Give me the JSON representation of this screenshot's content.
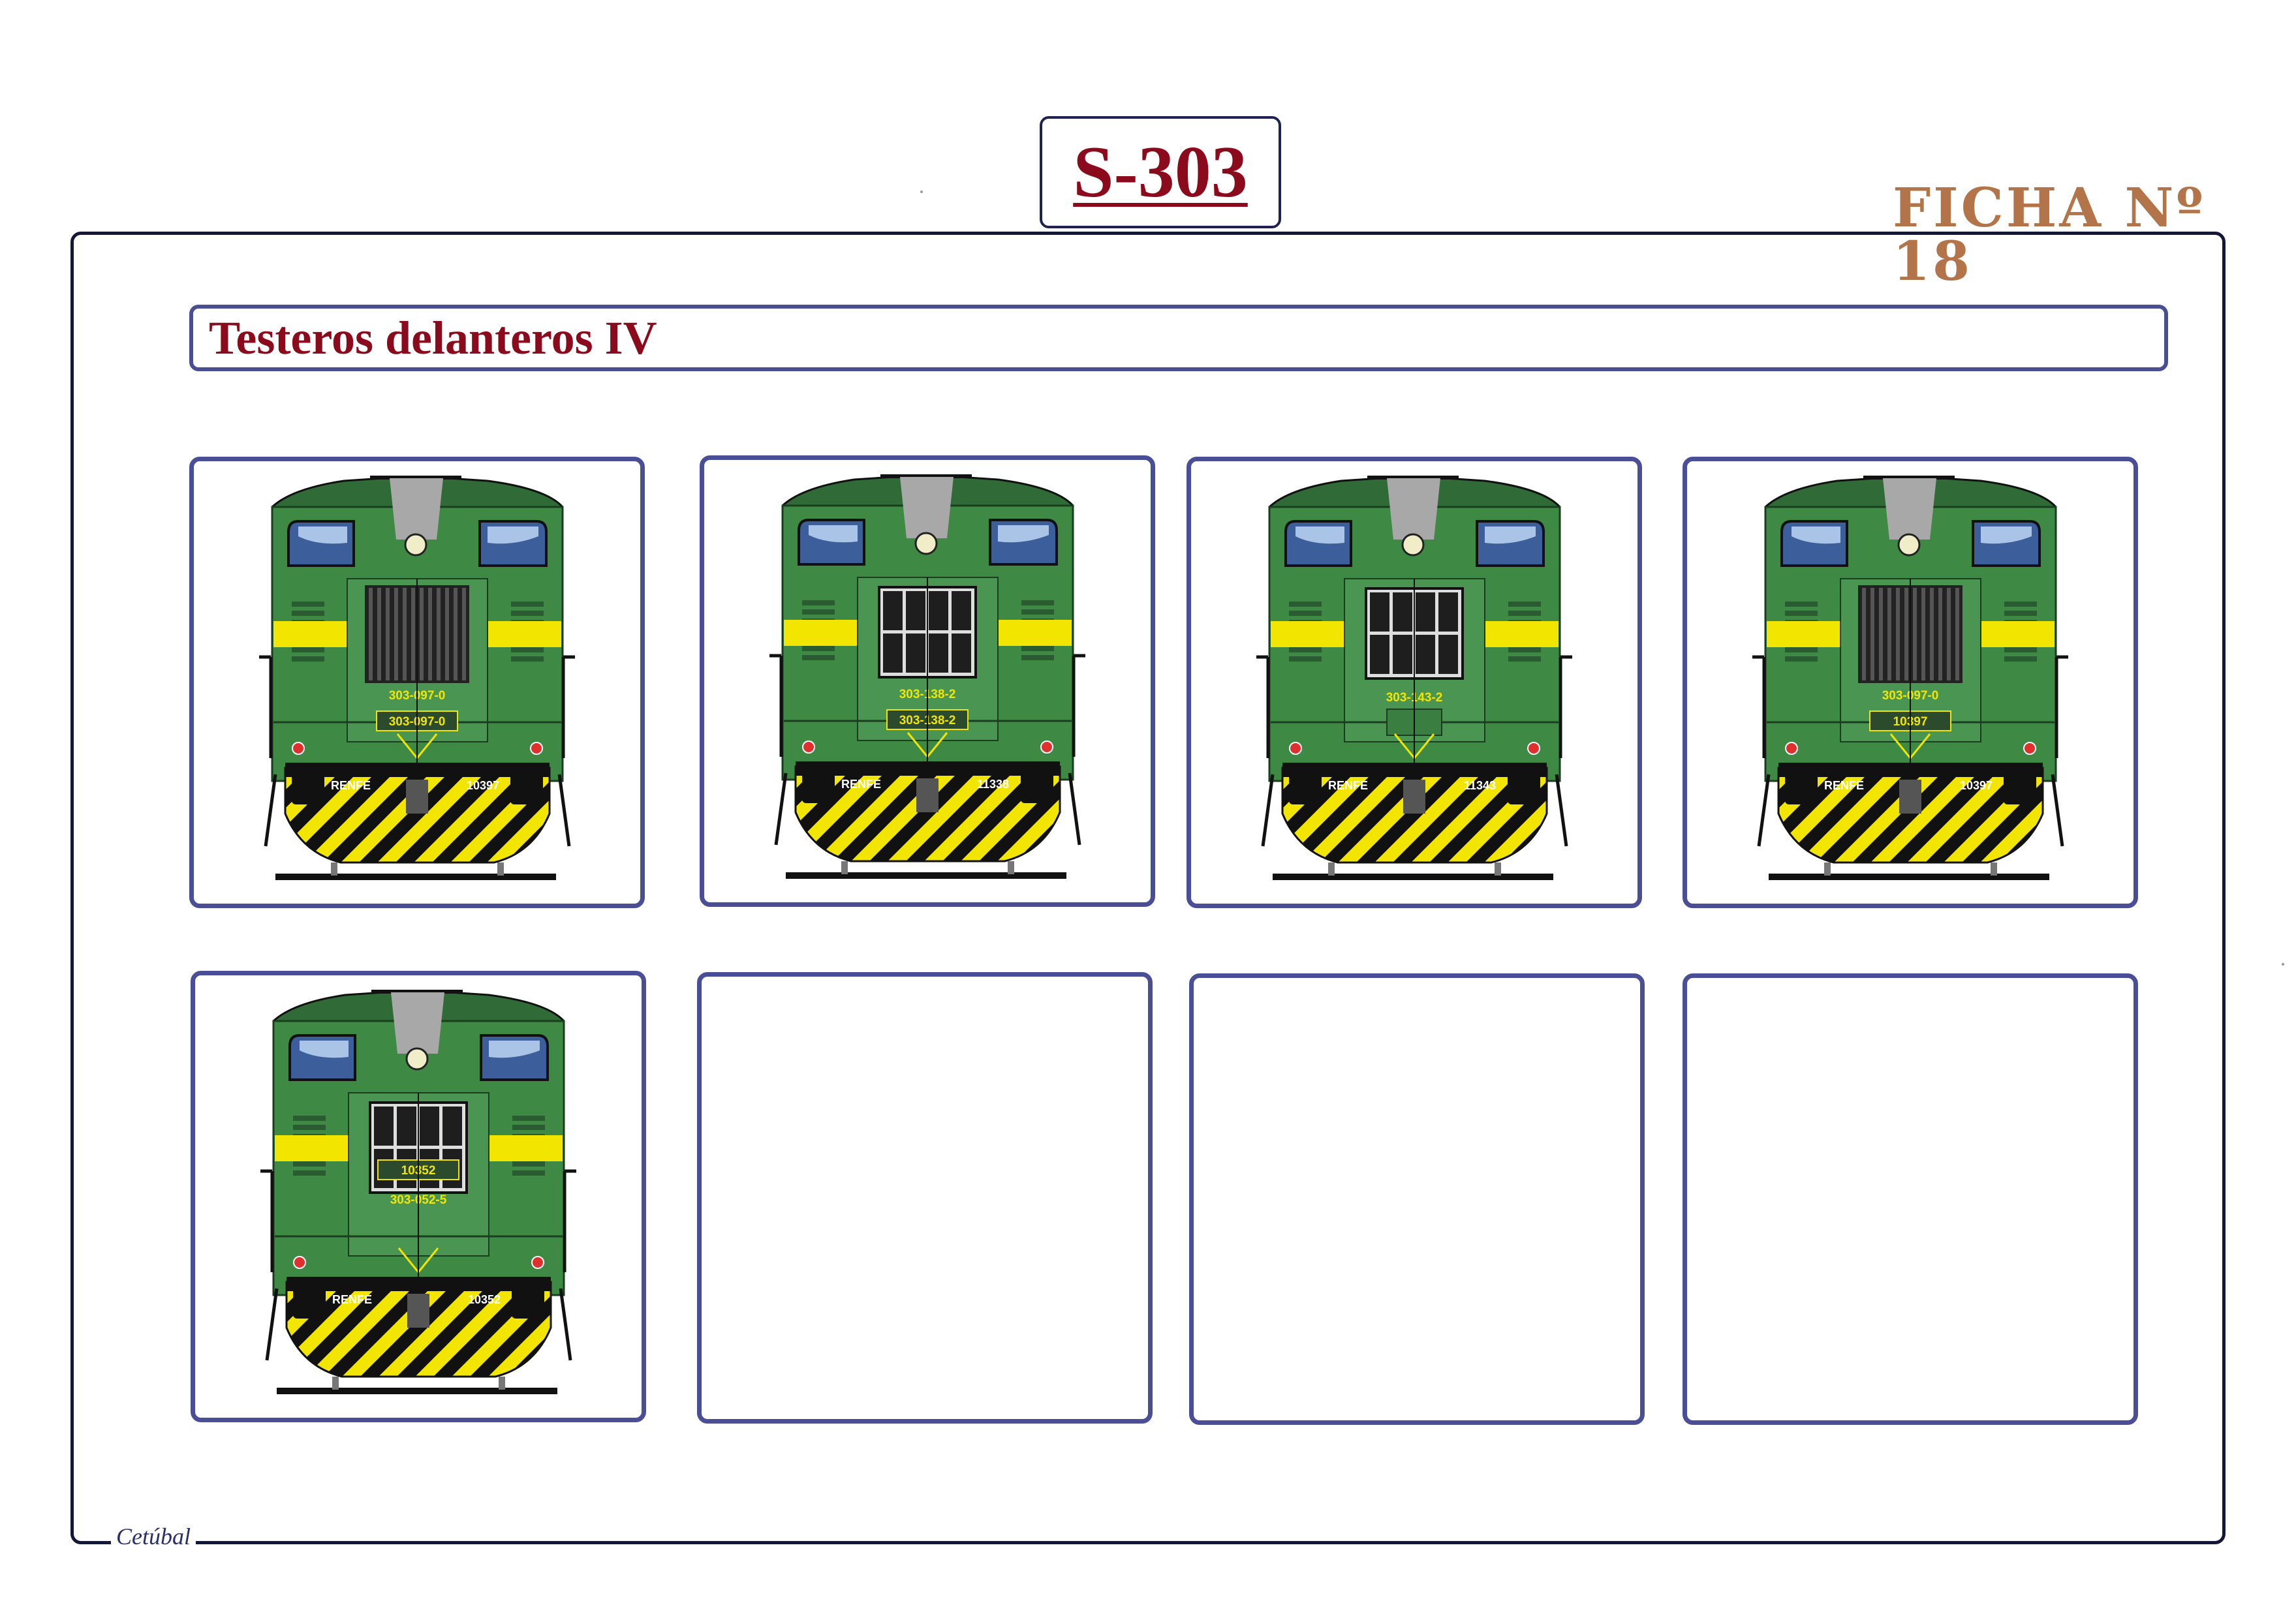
{
  "page": {
    "series_title": "S-303",
    "sheet_label": "FICHA Nº 18",
    "section_heading": "Testeros delanteros IV",
    "signature": "Cetúbal"
  },
  "colors": {
    "title_red": "#8b0a1c",
    "ficha_brown": "#b27448",
    "frame_navy": "#131738",
    "card_border": "#4a4e96",
    "loco_green": "#3e8a45",
    "stripe_yellow": "#f2e600"
  },
  "locomotives": [
    {
      "grille": "louvers",
      "plate_top": "303-097-0",
      "plate_bottom": "303-097-0",
      "front_left": "RENFE",
      "front_right": "10397",
      "plate_style": "double"
    },
    {
      "grille": "windows",
      "plate_top": "303-138-2",
      "plate_bottom": "303-138-2",
      "front_left": "RENFE",
      "front_right": "11338",
      "plate_style": "double"
    },
    {
      "grille": "windows",
      "plate_top": "303-143-2",
      "plate_bottom": "",
      "front_left": "RENFE",
      "front_right": "11343",
      "plate_style": "single"
    },
    {
      "grille": "louvers",
      "plate_top": "303-097-0",
      "plate_bottom": "10397",
      "front_left": "RENFE",
      "front_right": "10397",
      "plate_style": "number"
    },
    {
      "grille": "windows",
      "plate_top": "10352",
      "plate_bottom": "303-052-5",
      "front_left": "RENFE",
      "front_right": "10352",
      "plate_style": "top-number"
    }
  ],
  "empty_slots": 3
}
